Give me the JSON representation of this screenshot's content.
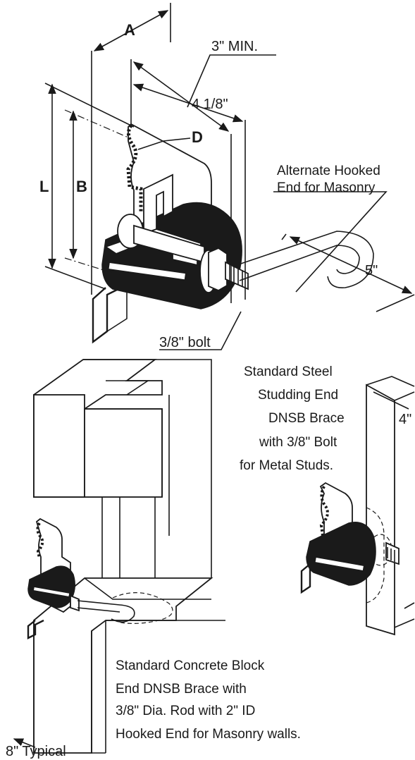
{
  "dimensions": {
    "a": "A",
    "three_min": "3\" MIN.",
    "four_eighth": "4 1/8\"",
    "d": "D",
    "l": "L",
    "b": "B",
    "five": "5\"",
    "four": "4\"",
    "eight_typical": "8\" Typical"
  },
  "callouts": {
    "bolt": "3/8\" bolt",
    "alt_hooked": [
      "Alternate Hooked",
      "End for Masonry"
    ],
    "steel_studding": [
      "Standard Steel",
      "Studding End",
      "DNSB Brace",
      "with 3/8\" Bolt",
      "for Metal Studs."
    ],
    "concrete_block": [
      "Standard Concrete Block",
      "End DNSB Brace with",
      "3/8\" Dia. Rod with 2\" ID",
      "Hooked End for Masonry walls."
    ]
  }
}
